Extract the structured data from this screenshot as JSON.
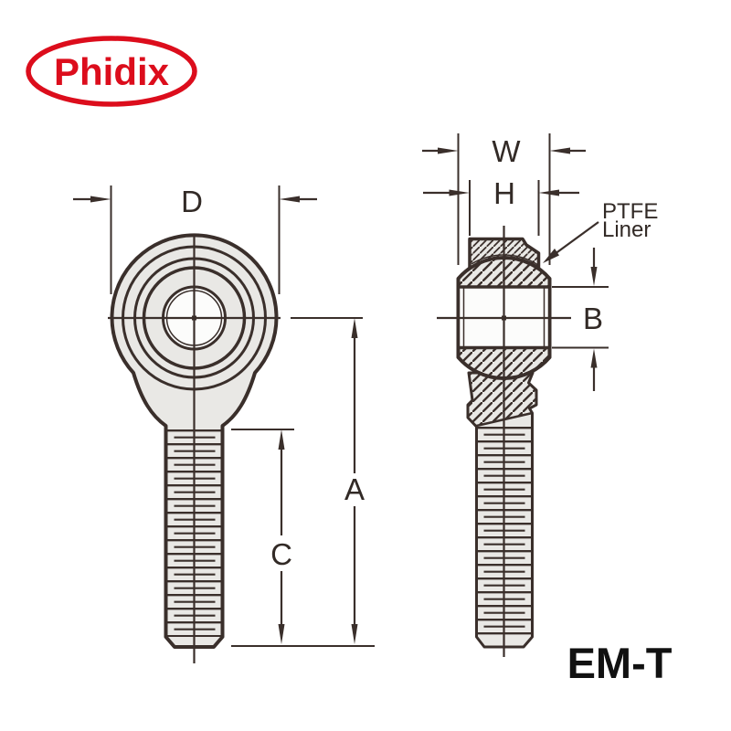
{
  "brand": {
    "name": "Phidix"
  },
  "series_label": "EM-T",
  "front_view": {
    "dim_head_diameter": "D",
    "dim_overall_length": "A",
    "dim_thread_length": "C"
  },
  "side_view": {
    "dim_ball_width": "W",
    "dim_head_width": "H",
    "dim_bore_diameter": "B",
    "liner_callout": [
      "PTFE",
      "Liner"
    ]
  },
  "colors": {
    "line": "#3a2f2b",
    "part-fill": "#e9e8e5",
    "bore-fill": "#fcfcfb",
    "brand-red": "#dc0d1c",
    "label-text": "#322a26"
  }
}
